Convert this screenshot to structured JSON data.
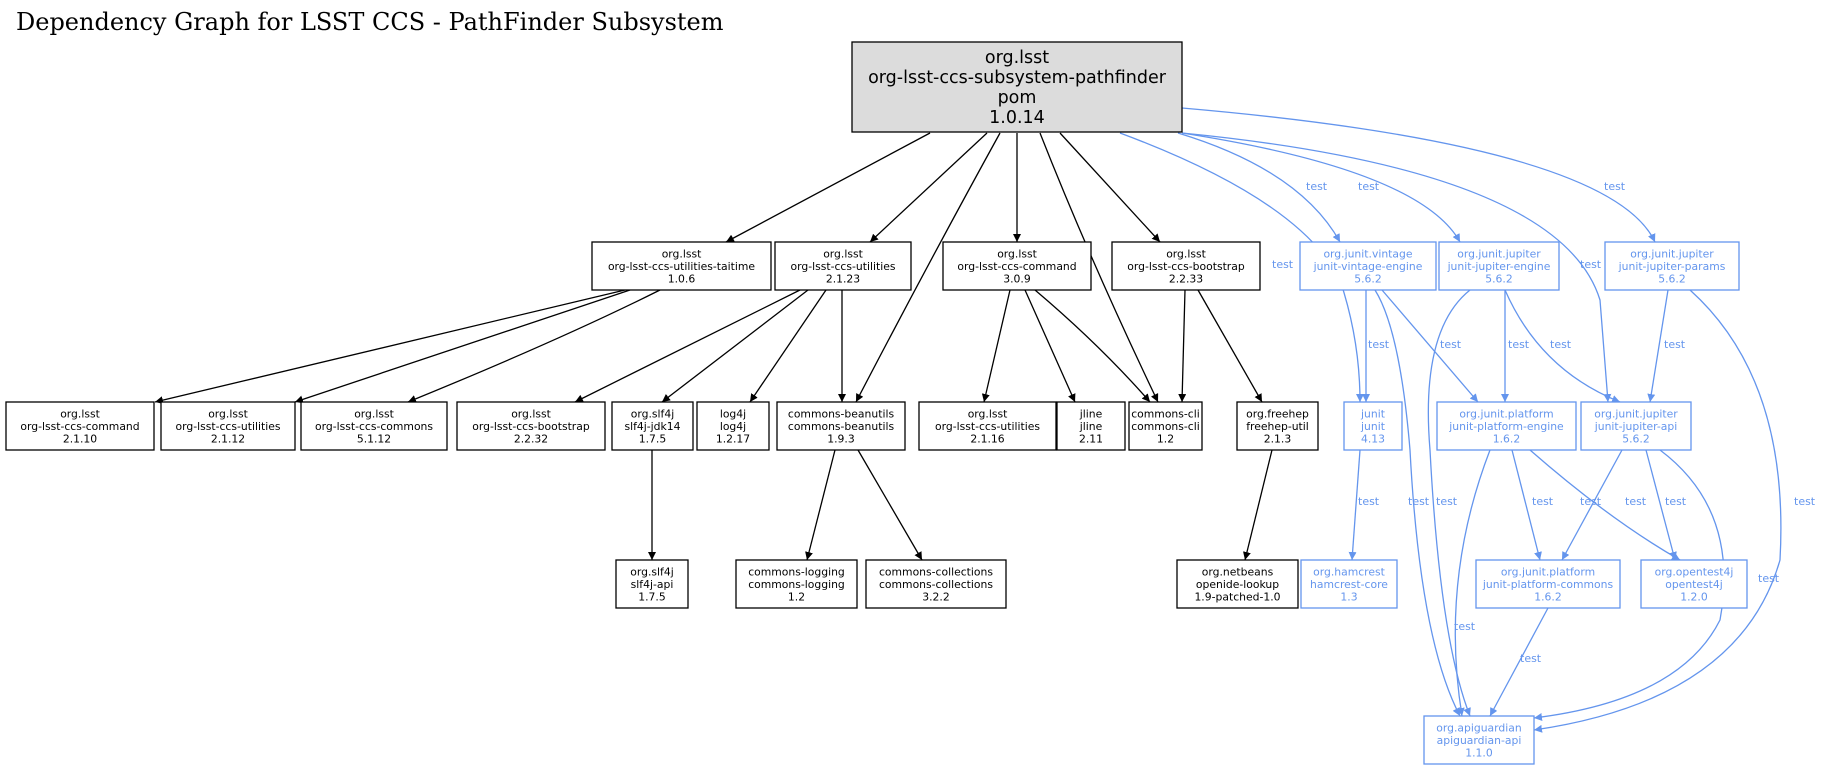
{
  "title": "Dependency Graph for LSST CCS - PathFinder Subsystem",
  "colors": {
    "compile": "#000000",
    "test": "#6495ed",
    "root_fill": "#dcdcdc",
    "node_fill": "#ffffff"
  },
  "nodes": [
    {
      "id": "root",
      "lines": [
        "org.lsst",
        "org-lsst-ccs-subsystem-pathfinder",
        "pom",
        "1.0.14"
      ],
      "kind": "root"
    },
    {
      "id": "taitime",
      "lines": [
        "org.lsst",
        "org-lsst-ccs-utilities-taitime",
        "1.0.6"
      ],
      "kind": "compile"
    },
    {
      "id": "utilities2123",
      "lines": [
        "org.lsst",
        "org-lsst-ccs-utilities",
        "2.1.23"
      ],
      "kind": "compile"
    },
    {
      "id": "command309",
      "lines": [
        "org.lsst",
        "org-lsst-ccs-command",
        "3.0.9"
      ],
      "kind": "compile"
    },
    {
      "id": "bootstrap2233",
      "lines": [
        "org.lsst",
        "org-lsst-ccs-bootstrap",
        "2.2.33"
      ],
      "kind": "compile"
    },
    {
      "id": "vintage",
      "lines": [
        "org.junit.vintage",
        "junit-vintage-engine",
        "5.6.2"
      ],
      "kind": "test"
    },
    {
      "id": "jupiterengine",
      "lines": [
        "org.junit.jupiter",
        "junit-jupiter-engine",
        "5.6.2"
      ],
      "kind": "test"
    },
    {
      "id": "jupiterparams",
      "lines": [
        "org.junit.jupiter",
        "junit-jupiter-params",
        "5.6.2"
      ],
      "kind": "test"
    },
    {
      "id": "command2110",
      "lines": [
        "org.lsst",
        "org-lsst-ccs-command",
        "2.1.10"
      ],
      "kind": "compile"
    },
    {
      "id": "utilities2112",
      "lines": [
        "org.lsst",
        "org-lsst-ccs-utilities",
        "2.1.12"
      ],
      "kind": "compile"
    },
    {
      "id": "commons5112",
      "lines": [
        "org.lsst",
        "org-lsst-ccs-commons",
        "5.1.12"
      ],
      "kind": "compile"
    },
    {
      "id": "bootstrap2232",
      "lines": [
        "org.lsst",
        "org-lsst-ccs-bootstrap",
        "2.2.32"
      ],
      "kind": "compile"
    },
    {
      "id": "slf4jjdk14",
      "lines": [
        "org.slf4j",
        "slf4j-jdk14",
        "1.7.5"
      ],
      "kind": "compile"
    },
    {
      "id": "log4j",
      "lines": [
        "log4j",
        "log4j",
        "1.2.17"
      ],
      "kind": "compile"
    },
    {
      "id": "beanutils",
      "lines": [
        "commons-beanutils",
        "commons-beanutils",
        "1.9.3"
      ],
      "kind": "compile"
    },
    {
      "id": "utilities2116",
      "lines": [
        "org.lsst",
        "org-lsst-ccs-utilities",
        "2.1.16"
      ],
      "kind": "compile"
    },
    {
      "id": "jline",
      "lines": [
        "jline",
        "jline",
        "2.11"
      ],
      "kind": "compile"
    },
    {
      "id": "commonscli",
      "lines": [
        "commons-cli",
        "commons-cli",
        "1.2"
      ],
      "kind": "compile"
    },
    {
      "id": "freehep",
      "lines": [
        "org.freehep",
        "freehep-util",
        "2.1.3"
      ],
      "kind": "compile"
    },
    {
      "id": "junit",
      "lines": [
        "junit",
        "junit",
        "4.13"
      ],
      "kind": "test"
    },
    {
      "id": "platformengine",
      "lines": [
        "org.junit.platform",
        "junit-platform-engine",
        "1.6.2"
      ],
      "kind": "test"
    },
    {
      "id": "jupiterapi",
      "lines": [
        "org.junit.jupiter",
        "junit-jupiter-api",
        "5.6.2"
      ],
      "kind": "test"
    },
    {
      "id": "slf4japi",
      "lines": [
        "org.slf4j",
        "slf4j-api",
        "1.7.5"
      ],
      "kind": "compile"
    },
    {
      "id": "logging",
      "lines": [
        "commons-logging",
        "commons-logging",
        "1.2"
      ],
      "kind": "compile"
    },
    {
      "id": "collections",
      "lines": [
        "commons-collections",
        "commons-collections",
        "3.2.2"
      ],
      "kind": "compile"
    },
    {
      "id": "openide",
      "lines": [
        "org.netbeans",
        "openide-lookup",
        "1.9-patched-1.0"
      ],
      "kind": "compile"
    },
    {
      "id": "hamcrest",
      "lines": [
        "org.hamcrest",
        "hamcrest-core",
        "1.3"
      ],
      "kind": "test"
    },
    {
      "id": "platformcommons",
      "lines": [
        "org.junit.platform",
        "junit-platform-commons",
        "1.6.2"
      ],
      "kind": "test"
    },
    {
      "id": "opentest4j",
      "lines": [
        "org.opentest4j",
        "opentest4j",
        "1.2.0"
      ],
      "kind": "test"
    },
    {
      "id": "apiguardian",
      "lines": [
        "org.apiguardian",
        "apiguardian-api",
        "1.1.0"
      ],
      "kind": "test"
    }
  ],
  "edges": [
    {
      "from": "root",
      "to": "taitime",
      "label": ""
    },
    {
      "from": "root",
      "to": "utilities2123",
      "label": ""
    },
    {
      "from": "root",
      "to": "beanutils",
      "label": ""
    },
    {
      "from": "root",
      "to": "command309",
      "label": ""
    },
    {
      "from": "root",
      "to": "commonscli",
      "label": ""
    },
    {
      "from": "root",
      "to": "bootstrap2233",
      "label": ""
    },
    {
      "from": "root",
      "to": "junit",
      "label": "test"
    },
    {
      "from": "root",
      "to": "vintage",
      "label": "test"
    },
    {
      "from": "root",
      "to": "jupiterengine",
      "label": "test"
    },
    {
      "from": "root",
      "to": "jupiterapi",
      "label": "test"
    },
    {
      "from": "root",
      "to": "jupiterparams",
      "label": "test"
    },
    {
      "from": "taitime",
      "to": "command2110",
      "label": ""
    },
    {
      "from": "taitime",
      "to": "utilities2112",
      "label": ""
    },
    {
      "from": "taitime",
      "to": "commons5112",
      "label": ""
    },
    {
      "from": "utilities2123",
      "to": "bootstrap2232",
      "label": ""
    },
    {
      "from": "utilities2123",
      "to": "slf4jjdk14",
      "label": ""
    },
    {
      "from": "utilities2123",
      "to": "log4j",
      "label": ""
    },
    {
      "from": "utilities2123",
      "to": "beanutils",
      "label": ""
    },
    {
      "from": "command309",
      "to": "utilities2116",
      "label": ""
    },
    {
      "from": "command309",
      "to": "jline",
      "label": ""
    },
    {
      "from": "command309",
      "to": "commonscli",
      "label": ""
    },
    {
      "from": "bootstrap2233",
      "to": "commonscli",
      "label": ""
    },
    {
      "from": "bootstrap2233",
      "to": "freehep",
      "label": ""
    },
    {
      "from": "vintage",
      "to": "junit",
      "label": "test"
    },
    {
      "from": "vintage",
      "to": "platformengine",
      "label": "test"
    },
    {
      "from": "vintage",
      "to": "apiguardian",
      "label": "test"
    },
    {
      "from": "jupiterengine",
      "to": "platformengine",
      "label": "test"
    },
    {
      "from": "jupiterengine",
      "to": "jupiterapi",
      "label": "test"
    },
    {
      "from": "jupiterengine",
      "to": "apiguardian",
      "label": "test"
    },
    {
      "from": "jupiterparams",
      "to": "jupiterapi",
      "label": "test"
    },
    {
      "from": "jupiterparams",
      "to": "apiguardian",
      "label": "test"
    },
    {
      "from": "slf4jjdk14",
      "to": "slf4japi",
      "label": ""
    },
    {
      "from": "beanutils",
      "to": "logging",
      "label": ""
    },
    {
      "from": "beanutils",
      "to": "collections",
      "label": ""
    },
    {
      "from": "freehep",
      "to": "openide",
      "label": ""
    },
    {
      "from": "junit",
      "to": "hamcrest",
      "label": "test"
    },
    {
      "from": "platformengine",
      "to": "platformcommons",
      "label": "test"
    },
    {
      "from": "platformengine",
      "to": "opentest4j",
      "label": "test"
    },
    {
      "from": "platformengine",
      "to": "apiguardian",
      "label": "test"
    },
    {
      "from": "jupiterapi",
      "to": "platformcommons",
      "label": "test"
    },
    {
      "from": "jupiterapi",
      "to": "opentest4j",
      "label": "test"
    },
    {
      "from": "jupiterapi",
      "to": "apiguardian",
      "label": "test"
    },
    {
      "from": "platformcommons",
      "to": "apiguardian",
      "label": "test"
    }
  ]
}
